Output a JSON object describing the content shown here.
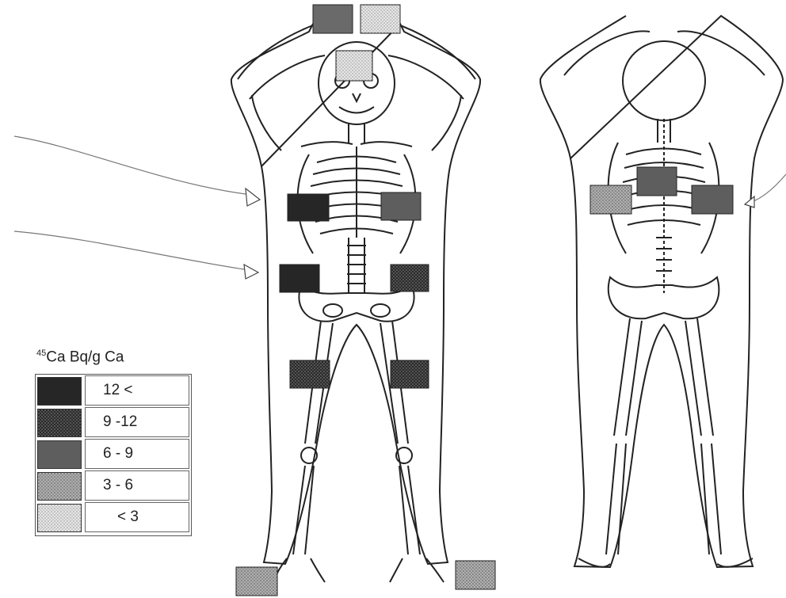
{
  "legend": {
    "title_sup": "45",
    "title_main": "Ca Bq/g Ca",
    "items": [
      {
        "label": "12 <",
        "level": "very-high",
        "color": "#262626"
      },
      {
        "label": "9 -12",
        "level": "high",
        "color": "#3c3c3c"
      },
      {
        "label": "6 - 9",
        "level": "medium",
        "color": "#5e5e5e"
      },
      {
        "label": "3 - 6",
        "level": "low",
        "color": "#9a9a9a"
      },
      {
        "label": "< 3",
        "level": "very-low",
        "color": "#d8d8d8"
      }
    ]
  },
  "sample_regions": {
    "front": [
      {
        "name": "head-left",
        "level": "medium"
      },
      {
        "name": "head-right",
        "level": "very-low"
      },
      {
        "name": "face",
        "level": "very-low"
      },
      {
        "name": "chest-right",
        "level": "very-high"
      },
      {
        "name": "chest-left",
        "level": "medium"
      },
      {
        "name": "hip-right",
        "level": "very-high"
      },
      {
        "name": "hip-left",
        "level": "high"
      },
      {
        "name": "thigh-right",
        "level": "high"
      },
      {
        "name": "thigh-left",
        "level": "high"
      },
      {
        "name": "foot-right",
        "level": "low"
      },
      {
        "name": "foot-left",
        "level": "low"
      }
    ],
    "back": [
      {
        "name": "back-left",
        "level": "low"
      },
      {
        "name": "back-center",
        "level": "medium"
      },
      {
        "name": "back-right",
        "level": "medium"
      }
    ]
  }
}
